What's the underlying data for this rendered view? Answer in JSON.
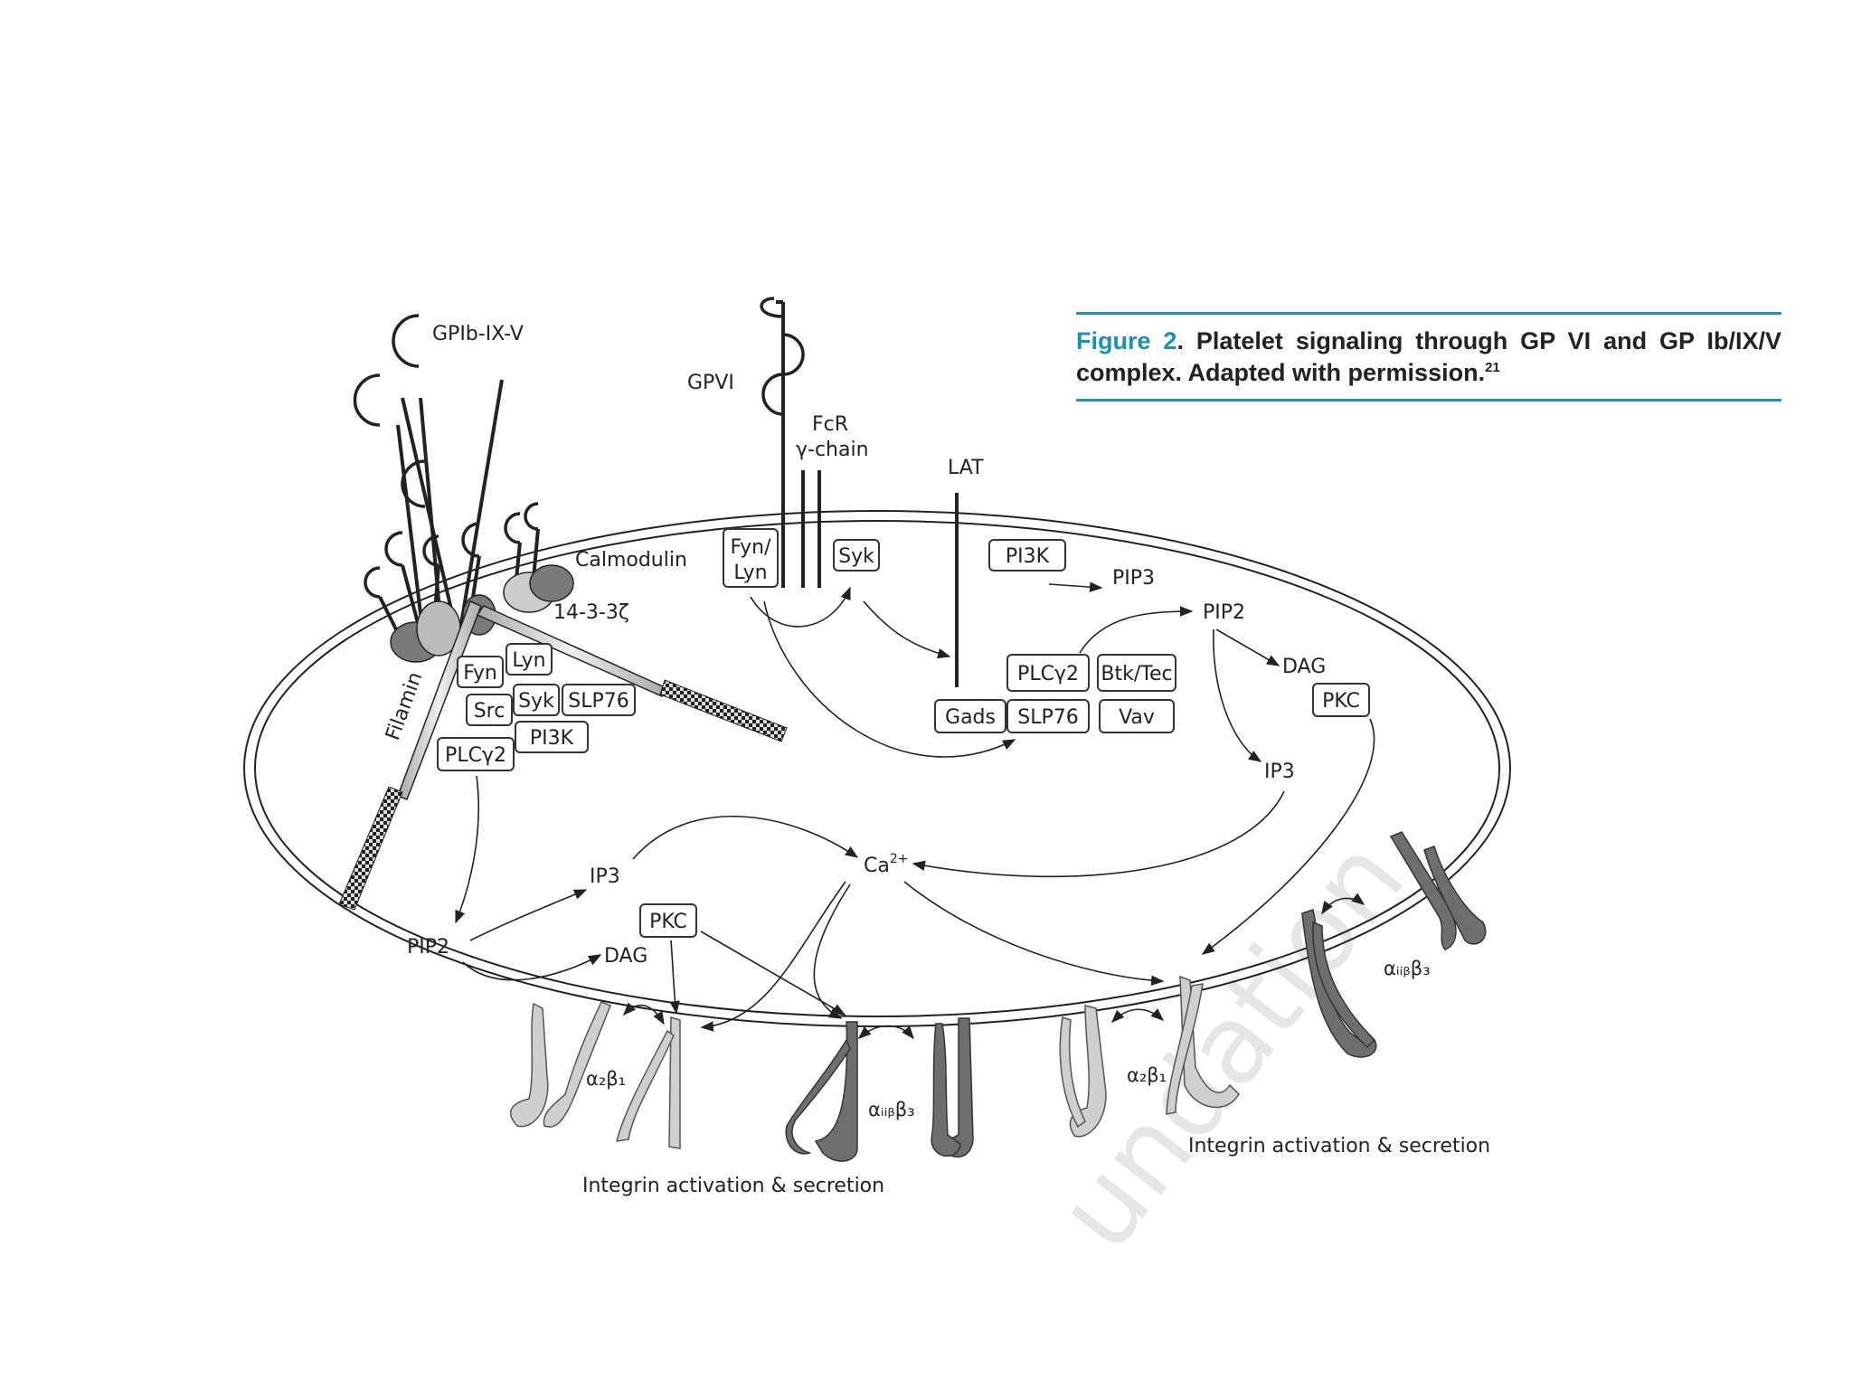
{
  "caption": {
    "figure_label": "Figure 2",
    "text": ". Platelet signaling through GP VI and GP Ib/IX/V complex. Adapted with permission.",
    "reference": "21"
  },
  "watermark": "undation",
  "labels": {
    "gpib": "GPIb-IX-V",
    "gpvi": "GPVI",
    "fcr_line1": "FcR",
    "fcr_line2": "γ-chain",
    "lat": "LAT",
    "calmodulin": "Calmodulin",
    "fourteen33": "14-3-3ζ",
    "filamin": "Filamin",
    "pip3": "PIP3",
    "pip2_right": "PIP2",
    "dag_right": "DAG",
    "ip3_right": "IP3",
    "ca": "Ca",
    "ca_sup": "2+",
    "ip3_left": "IP3",
    "pip2_left": "PIP2",
    "dag_left": "DAG",
    "a2b1_left": "α₂β₁",
    "aiib3_mid": "αᵢᵢᵦβ₃",
    "a2b1_right": "α₂β₁",
    "aiib3_right": "αᵢᵢᵦβ₃",
    "integrin_left": "Integrin activation & secretion",
    "integrin_right": "Integrin activation & secretion"
  },
  "boxes": {
    "fyn_lyn_1": "Fyn/",
    "fyn_lyn_2": "Lyn",
    "syk_top": "Syk",
    "pi3k_top": "PI3K",
    "plcg2_right": "PLCγ2",
    "btk_tec": "Btk/Tec",
    "gads": "Gads",
    "slp76_right": "SLP76",
    "vav": "Vav",
    "pkc_right": "PKC",
    "fyn": "Fyn",
    "lyn": "Lyn",
    "src": "Src",
    "syk_left": "Syk",
    "slp76_left": "SLP76",
    "pi3k_left": "PI3K",
    "plcg2_left": "PLCγ2",
    "pkc_mid": "PKC"
  },
  "colors": {
    "accent": "#1a8fb8",
    "integrin_light": "#cfcfcf",
    "integrin_dark": "#6e6e6e",
    "complex_grey": "#8a8a8a"
  }
}
